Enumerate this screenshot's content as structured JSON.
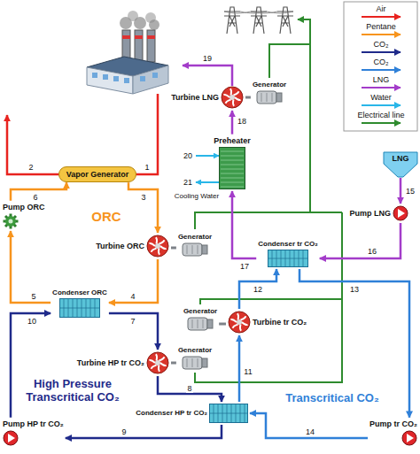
{
  "diagram": {
    "nodes": [
      {
        "text": [
          "Vapor Generator"
        ]
      },
      {
        "text": [
          "Pump ORC"
        ]
      },
      {
        "text": [
          "Turbine ORC"
        ]
      },
      {
        "text": [
          "Generator"
        ]
      },
      {
        "text": [
          "Condenser ORC"
        ]
      },
      {
        "text": [
          "Turbine LNG"
        ]
      },
      {
        "text": [
          "Generator"
        ]
      },
      {
        "text": [
          "Preheater"
        ]
      },
      {
        "text": [
          "LNG"
        ]
      },
      {
        "text": [
          "Pump LNG"
        ]
      },
      {
        "text": [
          "Condenser tr CO₂"
        ]
      },
      {
        "text": [
          "Generator"
        ]
      },
      {
        "text": [
          "Turbine tr CO₂"
        ]
      },
      {
        "text": [
          "Turbine HP tr CO₂"
        ]
      },
      {
        "text": [
          "Generator"
        ]
      },
      {
        "text": [
          "Condenser HP tr CO₂"
        ]
      },
      {
        "text": [
          "Pump HP tr CO₂"
        ]
      },
      {
        "text": [
          "Pump tr CO₂"
        ]
      }
    ],
    "edges": [
      {
        "from": 0,
        "to": 2,
        "arrow": "to",
        "label": "3"
      },
      {
        "from": 2,
        "to": 4,
        "arrow": "to",
        "label": "4"
      },
      {
        "from": 4,
        "to": 1,
        "arrow": "to",
        "label": "5"
      },
      {
        "from": 1,
        "to": 0,
        "arrow": "to",
        "label": "6"
      },
      {
        "from": 2,
        "to": 3,
        "arrow": "none"
      },
      {
        "from": 4,
        "to": 13,
        "arrow": "to",
        "label": "7"
      },
      {
        "from": 13,
        "to": 15,
        "arrow": "to",
        "label": "8"
      },
      {
        "from": 15,
        "to": 16,
        "arrow": "to",
        "label": "9"
      },
      {
        "from": 16,
        "to": 4,
        "arrow": "to",
        "label": "10"
      },
      {
        "from": 13,
        "to": 14,
        "arrow": "none"
      },
      {
        "from": 15,
        "to": 12,
        "arrow": "to",
        "label": "11"
      },
      {
        "from": 12,
        "to": 10,
        "arrow": "to",
        "label": "12"
      },
      {
        "from": 10,
        "to": 17,
        "arrow": "to",
        "label": "13"
      },
      {
        "from": 17,
        "to": 15,
        "arrow": "to",
        "label": "14"
      },
      {
        "from": 12,
        "to": 11,
        "arrow": "none"
      },
      {
        "from": 8,
        "to": 9,
        "arrow": "to",
        "label": "15"
      },
      {
        "from": 9,
        "to": 10,
        "arrow": "to",
        "label": "16"
      },
      {
        "from": 10,
        "to": 7,
        "arrow": "to",
        "label": "17"
      },
      {
        "from": 7,
        "to": 5,
        "arrow": "to",
        "label": "18"
      },
      {
        "from": 5,
        "to": 6,
        "arrow": "none"
      }
    ],
    "labels": [
      "ORC",
      "High Pressure Transcritical CO₂",
      "Transcritical CO₂",
      "Cooling Water",
      "1",
      "2",
      "19",
      "20",
      "21"
    ],
    "legend": [
      {
        "text": "Air"
      },
      {
        "text": "Pentane"
      },
      {
        "text": "CO₂"
      },
      {
        "text": "CO₂"
      },
      {
        "text": "LNG"
      },
      {
        "text": "Water"
      },
      {
        "text": "Electrical line"
      }
    ]
  }
}
